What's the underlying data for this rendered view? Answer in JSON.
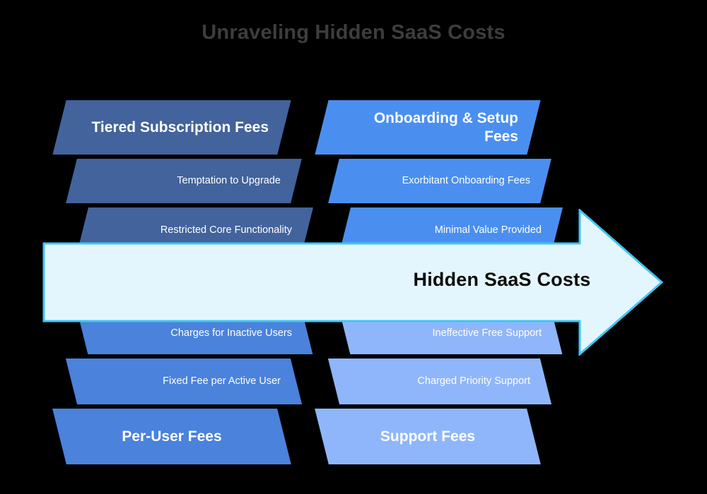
{
  "title": "Unraveling Hidden SaaS Costs",
  "spine": {
    "label": "Hidden SaaS Costs",
    "fill_color": "#e4f6fd",
    "stroke_color": "#3fc6f5"
  },
  "background_color": "#000000",
  "title_color": "#3d3d3d",
  "categories": [
    {
      "id": "tiered-subscription-fees",
      "name": "Tiered Subscription Fees",
      "position": "top-left",
      "color": "#42639c",
      "causes": [
        "Temptation to Upgrade",
        "Restricted Core Functionality"
      ]
    },
    {
      "id": "onboarding-setup-fees",
      "name": "Onboarding & Setup Fees",
      "position": "top-right",
      "color": "#4a8ff0",
      "causes": [
        "Exorbitant Onboarding Fees",
        "Minimal Value Provided"
      ]
    },
    {
      "id": "per-user-fees",
      "name": "Per-User Fees",
      "position": "bottom-left",
      "color": "#4a82dc",
      "causes": [
        "Charges for Inactive Users",
        "Fixed Fee per Active User"
      ]
    },
    {
      "id": "support-fees",
      "name": "Support Fees",
      "position": "bottom-right",
      "color": "#8fb6fb",
      "causes": [
        "Ineffective Free Support",
        "Charged Priority Support"
      ]
    }
  ],
  "blocks": {
    "tl_head": "Tiered Subscription Fees",
    "tl_c1": "Temptation to Upgrade",
    "tl_c2": "Restricted Core Functionality",
    "tr_head": "Onboarding & Setup Fees",
    "tr_c1": "Exorbitant Onboarding Fees",
    "tr_c2": "Minimal Value Provided",
    "bl_c1": "Charges for Inactive Users",
    "bl_c2": "Fixed Fee per Active User",
    "bl_head": "Per-User Fees",
    "br_c1": "Ineffective Free Support",
    "br_c2": "Charged Priority Support",
    "br_head": "Support Fees"
  }
}
